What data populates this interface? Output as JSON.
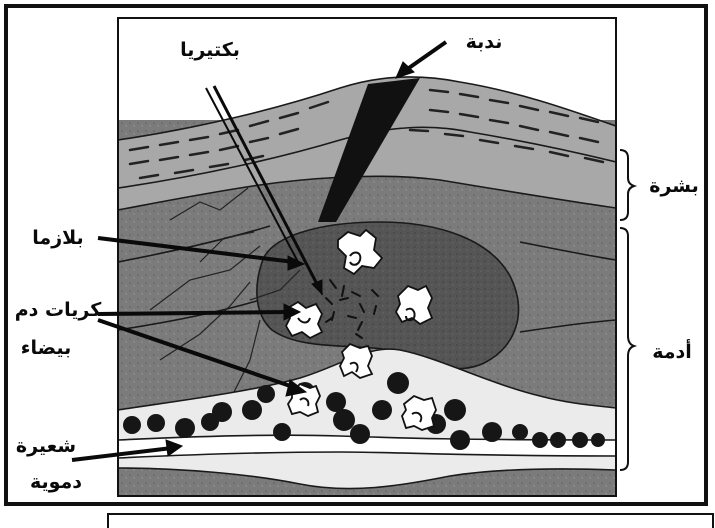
{
  "labels": {
    "scar": "ندبة",
    "bacteria": "بكتيريا",
    "plasma": "بلازما",
    "white_blood_cells_line1": "كريات دم",
    "white_blood_cells_line2": "بيضاء",
    "epidermis": "بشرة",
    "dermis": "أدمة",
    "capillary_line1": "شعيرة",
    "capillary_line2": "دموية"
  },
  "colors": {
    "ink": "#0a0a0a",
    "epidermis": "#a9a9a9",
    "dermis": "#7d7d7d",
    "infection": "#545454",
    "plasma_light": "#ececec",
    "white_cell": "#ffffff"
  }
}
